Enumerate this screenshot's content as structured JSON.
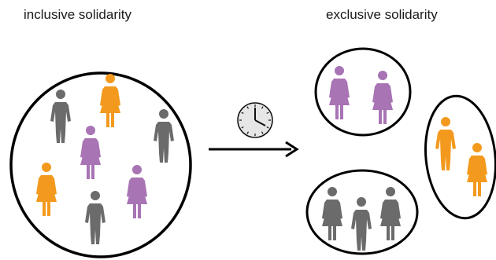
{
  "labels": {
    "inclusive": "inclusive solidarity",
    "exclusive": "exclusive solidarity"
  },
  "colors": {
    "gray": "#6b6b6b",
    "purple": "#a874b4",
    "orange": "#f39a1e",
    "outline": "#000000",
    "clock_face": "#e6e6e6"
  },
  "groups": {
    "inclusive": {
      "figures": [
        "gray",
        "orange",
        "gray",
        "purple",
        "orange",
        "gray",
        "purple"
      ]
    },
    "exclusive_purple": {
      "figures": [
        "purple",
        "purple"
      ]
    },
    "exclusive_orange": {
      "figures": [
        "orange",
        "orange"
      ]
    },
    "exclusive_gray": {
      "figures": [
        "gray",
        "gray",
        "gray"
      ]
    }
  },
  "icons": {
    "clock": "clock-icon",
    "arrow": "arrow-right-icon",
    "person": "person-icon"
  }
}
